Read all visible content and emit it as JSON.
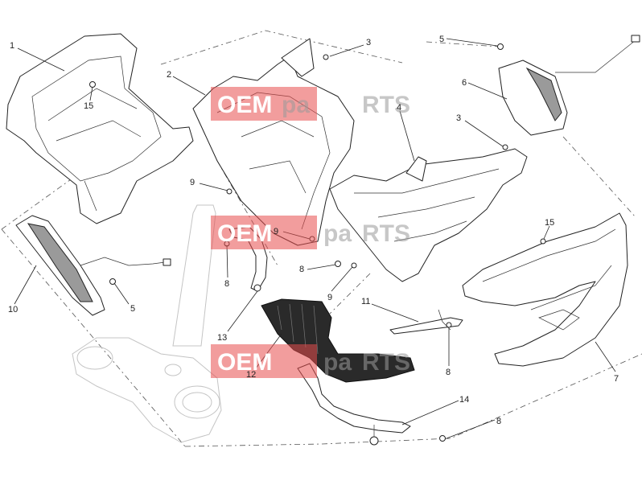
{
  "callouts": [
    "1",
    "2",
    "3",
    "3",
    "4",
    "5",
    "5",
    "6",
    "7",
    "8",
    "8",
    "8",
    "8",
    "9",
    "9",
    "9",
    "10",
    "11",
    "12",
    "13",
    "14",
    "15",
    "15"
  ],
  "watermark": {
    "prefix": "OEM",
    "mid": "pa",
    "suffix": "RTS"
  }
}
